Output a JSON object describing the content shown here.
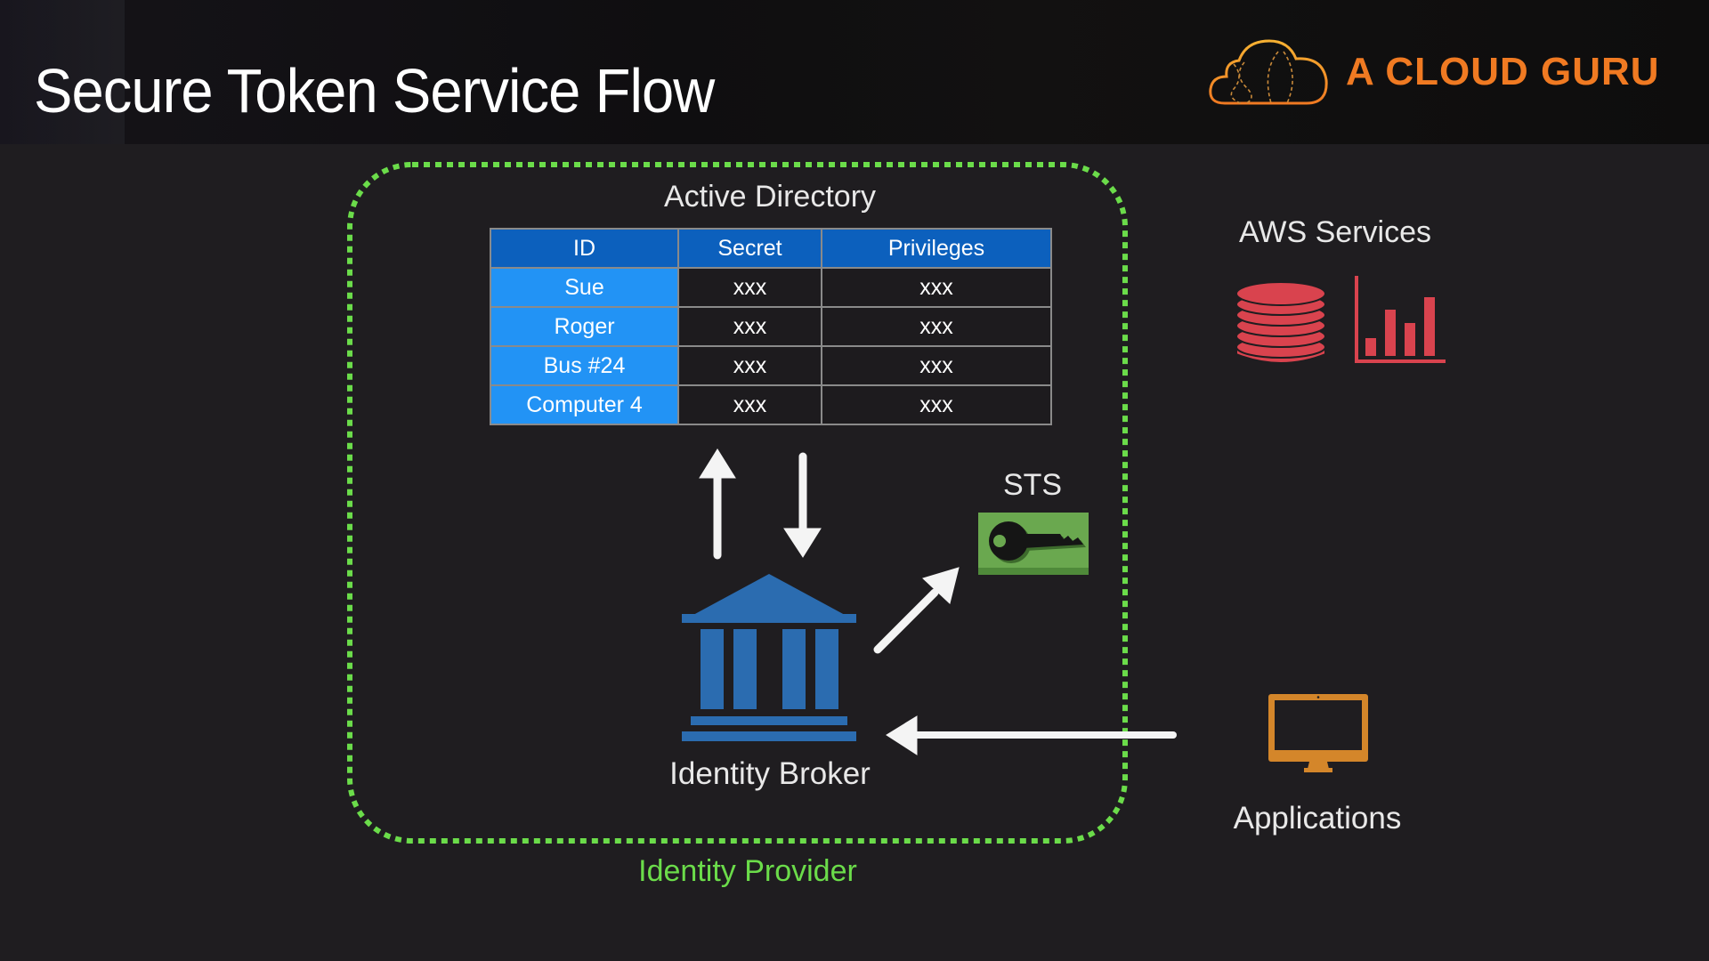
{
  "slide": {
    "title": "Secure Token Service Flow",
    "brand": {
      "name": "A CLOUD GURU",
      "logo_icon": "cloud-logo-icon",
      "color": "#f07a22"
    }
  },
  "identity_provider": {
    "label": "Identity Provider",
    "border_color": "#6bdc4a",
    "active_directory": {
      "title": "Active Directory",
      "columns": [
        "ID",
        "Secret",
        "Privileges"
      ],
      "rows": [
        {
          "id": "Sue",
          "secret": "xxx",
          "privileges": "xxx"
        },
        {
          "id": "Roger",
          "secret": "xxx",
          "privileges": "xxx"
        },
        {
          "id": "Bus #24",
          "secret": "xxx",
          "privileges": "xxx"
        },
        {
          "id": "Computer 4",
          "secret": "xxx",
          "privileges": "xxx"
        }
      ],
      "header_color": "#0c60bd",
      "id_column_color": "#2293f5"
    },
    "identity_broker": {
      "label": "Identity Broker",
      "icon": "bank-building-icon",
      "color": "#2b6cb0"
    },
    "sts": {
      "label": "STS",
      "icon": "key-icon",
      "color": "#6aa84f"
    }
  },
  "aws_services": {
    "label": "AWS Services",
    "icons": [
      "database-icon",
      "bar-chart-icon"
    ],
    "color": "#d9434e"
  },
  "applications": {
    "label": "Applications",
    "icon": "monitor-icon",
    "color": "#d4862a"
  },
  "arrows": [
    {
      "from": "identity-broker",
      "to": "active-directory",
      "direction": "up"
    },
    {
      "from": "active-directory",
      "to": "identity-broker",
      "direction": "down"
    },
    {
      "from": "identity-broker",
      "to": "sts",
      "direction": "up-right"
    },
    {
      "from": "applications",
      "to": "identity-broker",
      "direction": "left"
    }
  ]
}
